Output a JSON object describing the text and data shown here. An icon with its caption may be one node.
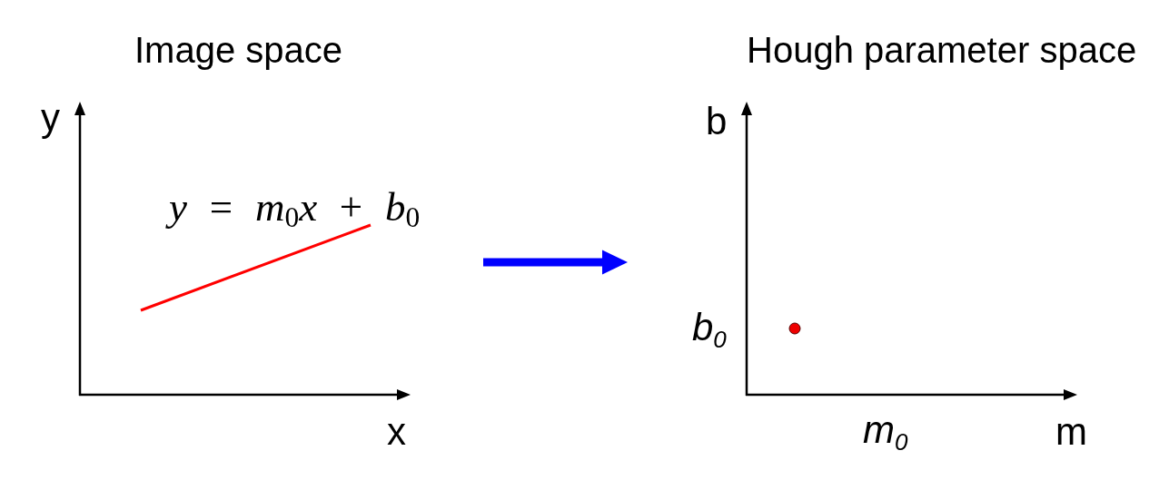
{
  "diagram": {
    "nodes": [
      {
        "text": [
          "Image space"
        ]
      },
      {
        "text": [
          "Hough parameter space"
        ]
      }
    ],
    "edges": [
      {
        "from": 0,
        "to": 1,
        "arrow": "to",
        "color": "#0000ff"
      }
    ],
    "labels": [
      "y",
      "*y* = *m*$_{0}$*x* + *b*$_{0}$",
      "x",
      "b",
      "b$_{0}$",
      "m$_{0}$",
      "m"
    ]
  }
}
